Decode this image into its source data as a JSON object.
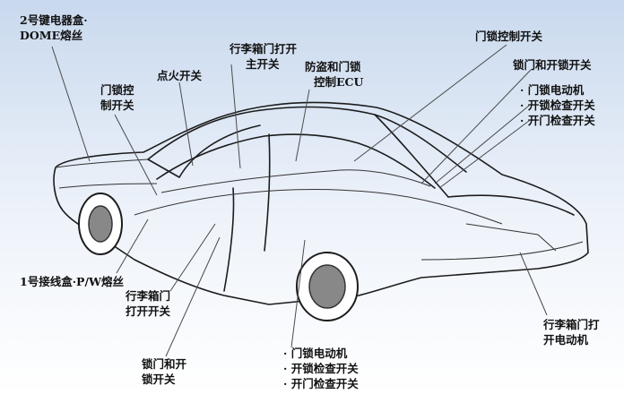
{
  "colors": {
    "background_top": "#c9d9ee",
    "background_bottom": "#ffffff",
    "ink": "#111111"
  },
  "labels": {
    "relay_box_2": [
      "2号键电器盒·",
      "DOME熔丝"
    ],
    "door_lock_control_sw": [
      "门锁控",
      "制开关"
    ],
    "ignition_sw": [
      "点火开关"
    ],
    "trunk_open_main_sw": [
      "行李箱门打开",
      "主开关"
    ],
    "theft_lock_ecu": [
      "防盗和门锁",
      "控制ECU"
    ],
    "door_lock_control_sw_right": [
      "门锁控制开关"
    ],
    "lock_unlock_sw_right": [
      "锁门和开锁开关"
    ],
    "rear_door_items": [
      "· 门锁电动机",
      "· 开锁检查开关",
      "· 开门检查开关"
    ],
    "junction_box_1": [
      "1号接线盒·P/W熔丝"
    ],
    "trunk_open_sw": [
      "行李箱门",
      "打开开关"
    ],
    "lock_unlock_sw_left": [
      "锁门和开",
      "锁开关"
    ],
    "front_door_items": [
      "· 门锁电动机",
      "· 开锁检查开关",
      "· 开门检查开关"
    ],
    "trunk_open_motor": [
      "行李箱门打",
      "开电动机"
    ]
  }
}
